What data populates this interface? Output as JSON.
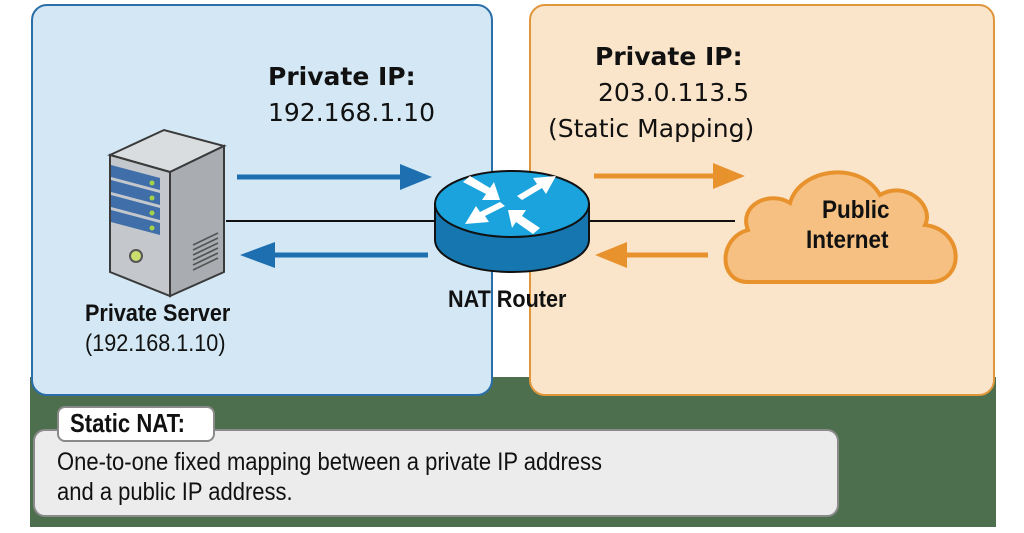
{
  "private_zone": {
    "header_title": "Private IP:",
    "header_value": "192.168.1.10",
    "server_label": "Private Server",
    "server_ip": "(192.168.1.10)"
  },
  "router": {
    "label": "NAT Router"
  },
  "public_zone": {
    "header_title": "Private IP:",
    "header_value": "203.0.113.5",
    "header_note": "(Static Mapping)",
    "cloud_label_line1": "Public",
    "cloud_label_line2": "Internet"
  },
  "definition": {
    "title": "Static NAT:",
    "line1": "One-to-one fixed mapping  between a private IP address",
    "line2": "and a public IP address."
  },
  "colors": {
    "private_panel": "#d3e8f4",
    "private_accent": "#1e6fb0",
    "public_panel": "#fbe5ca",
    "public_accent": "#e8922e",
    "router_top": "#1aa3dc",
    "router_side": "#1677b0",
    "background_band": "#4e6f4e"
  }
}
